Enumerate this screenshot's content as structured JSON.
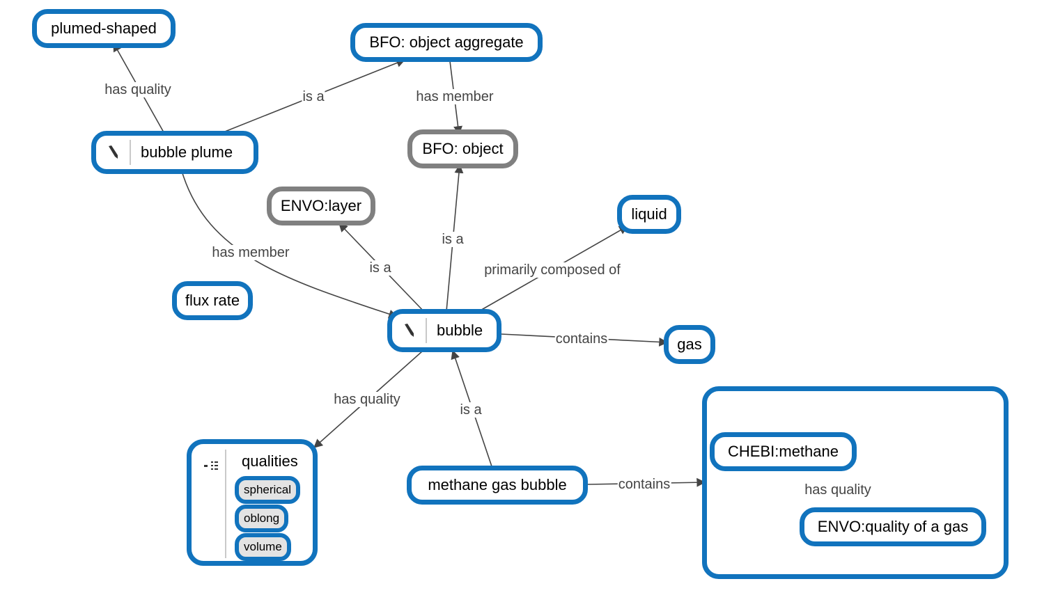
{
  "nodes": {
    "plumed_shaped": "plumed-shaped",
    "bfo_object_aggregate": "BFO: object aggregate",
    "bubble_plume": "bubble plume",
    "bfo_object": "BFO: object",
    "envo_layer": "ENVO:layer",
    "liquid": "liquid",
    "flux_rate": "flux rate",
    "bubble": "bubble",
    "gas": "gas",
    "methane_gas_bubble": "methane gas bubble",
    "chebi_methane": "CHEBI:methane",
    "envo_quality_of_gas": "ENVO:quality of a gas"
  },
  "qualities": {
    "title": "qualities",
    "items": [
      "spherical",
      "oblong",
      "volume"
    ]
  },
  "edges": {
    "plume_has_quality": "has quality",
    "plume_is_a": "is a",
    "aggregate_has_member": "has member",
    "plume_has_member": "has member",
    "bubble_is_a_layer": "is a",
    "bubble_is_a_object": "is a",
    "primarily_composed_of": "primarily composed of",
    "bubble_contains": "contains",
    "bubble_has_quality": "has quality",
    "methane_bubble_is_a": "is a",
    "methane_bubble_contains": "contains",
    "methane_has_quality": "has quality"
  },
  "colors": {
    "node_border": "#1173bd",
    "gray_border": "#808080",
    "edge": "#444444"
  },
  "icons": {
    "edit": "pencil-icon",
    "list": "list-icon"
  }
}
